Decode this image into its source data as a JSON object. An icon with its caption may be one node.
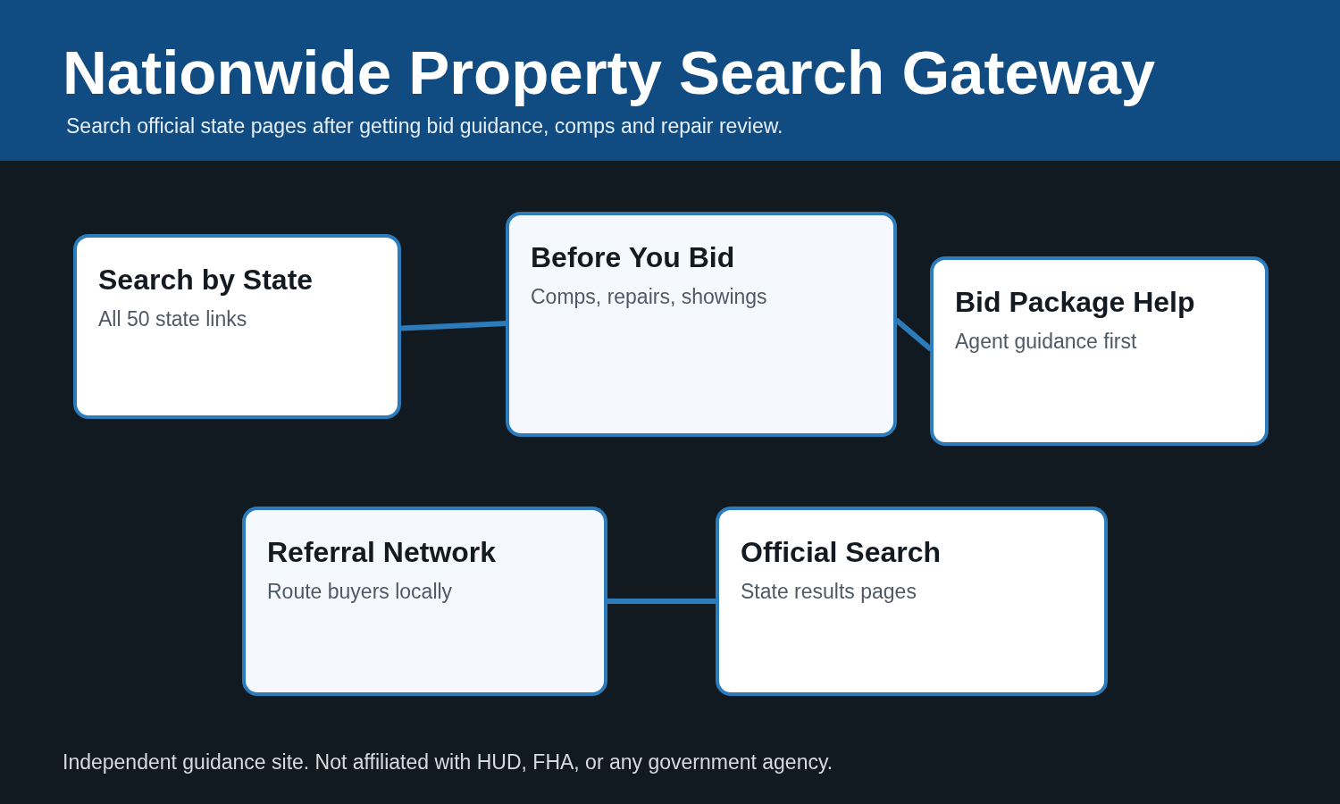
{
  "diagram": {
    "title": "Nationwide Property Search Gateway",
    "caption": "Independent guidance site. Not affiliated with HUD, FHA, or any government agency.",
    "labels": [
      "Search official state pages after getting bid guidance, comps and repair review."
    ],
    "nodes": [
      {
        "text": [
          "Search by State",
          "All 50 state links"
        ]
      },
      {
        "text": [
          "Before You Bid",
          "Comps, repairs, showings"
        ]
      },
      {
        "text": [
          "Bid Package Help",
          "Agent guidance first"
        ]
      },
      {
        "text": [
          "Referral Network",
          "Route buyers locally"
        ]
      },
      {
        "text": [
          "Official Search",
          "State results pages"
        ]
      }
    ],
    "edges": [
      {
        "from": 0,
        "to": 1,
        "arrow": "none"
      },
      {
        "from": 1,
        "to": 2,
        "arrow": "none"
      },
      {
        "from": 3,
        "to": 4,
        "arrow": "none"
      }
    ]
  }
}
